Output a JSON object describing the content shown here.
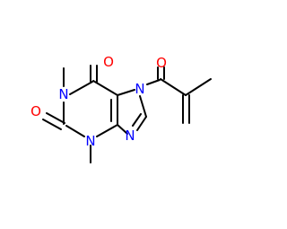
{
  "colors": {
    "bond": "#000000",
    "nitrogen": "#0000ff",
    "oxygen": "#ff0000",
    "background": "#ffffff"
  },
  "atoms": {
    "n1": "N",
    "n3": "N",
    "n7": "N",
    "n9": "N",
    "o_c6": "O",
    "o_c2": "O",
    "o_acyl": "O"
  }
}
